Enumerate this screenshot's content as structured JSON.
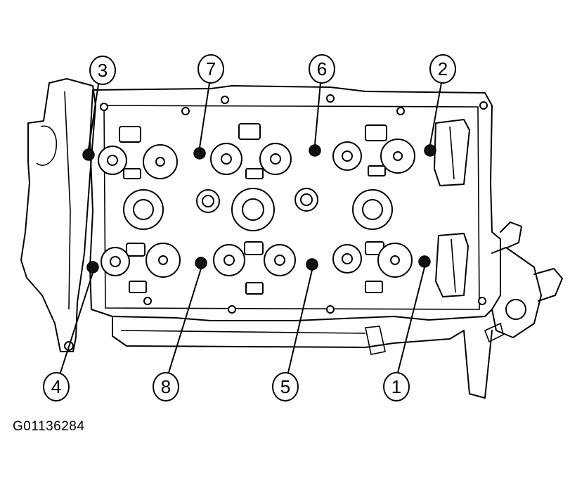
{
  "figure": {
    "id_label": "G01136284"
  },
  "callouts": [
    {
      "label": "1",
      "bolt_index": 1
    },
    {
      "label": "2",
      "bolt_index": 2
    },
    {
      "label": "3",
      "bolt_index": 3
    },
    {
      "label": "4",
      "bolt_index": 4
    },
    {
      "label": "5",
      "bolt_index": 5
    },
    {
      "label": "6",
      "bolt_index": 6
    },
    {
      "label": "7",
      "bolt_index": 7
    },
    {
      "label": "8",
      "bolt_index": 8
    }
  ]
}
